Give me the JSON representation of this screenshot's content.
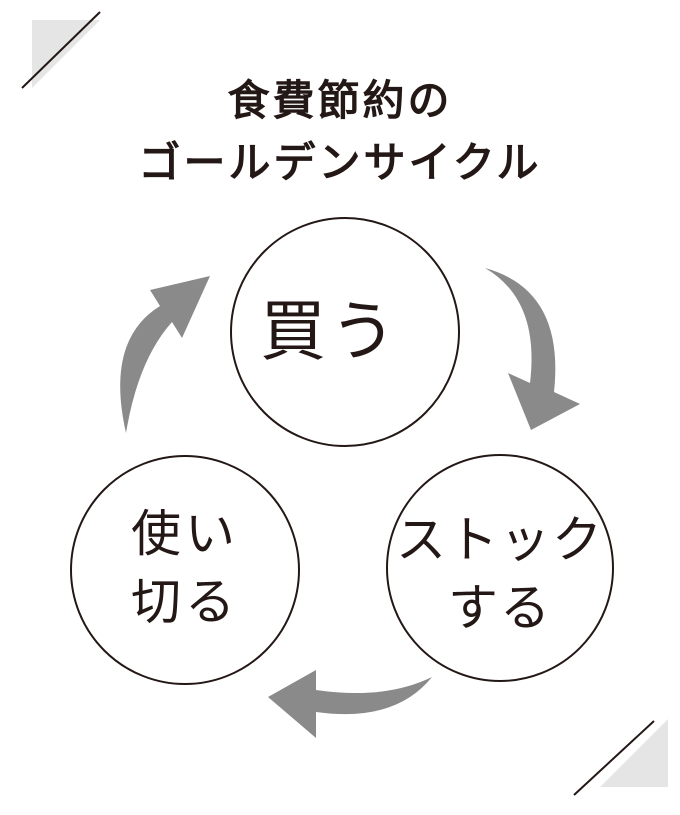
{
  "title": {
    "line1": "食費節約の",
    "line2": "ゴールデンサイクル"
  },
  "cycle": {
    "nodes": [
      {
        "id": "buy",
        "label": "買う"
      },
      {
        "id": "stock",
        "line1": "ストック",
        "line2": "する"
      },
      {
        "id": "use",
        "line1": "使い",
        "line2": "切る"
      }
    ]
  },
  "colors": {
    "text": "#231815",
    "arrow": "#8a8a8a",
    "corner": "#e5e5e5",
    "circle_stroke": "#231815"
  }
}
